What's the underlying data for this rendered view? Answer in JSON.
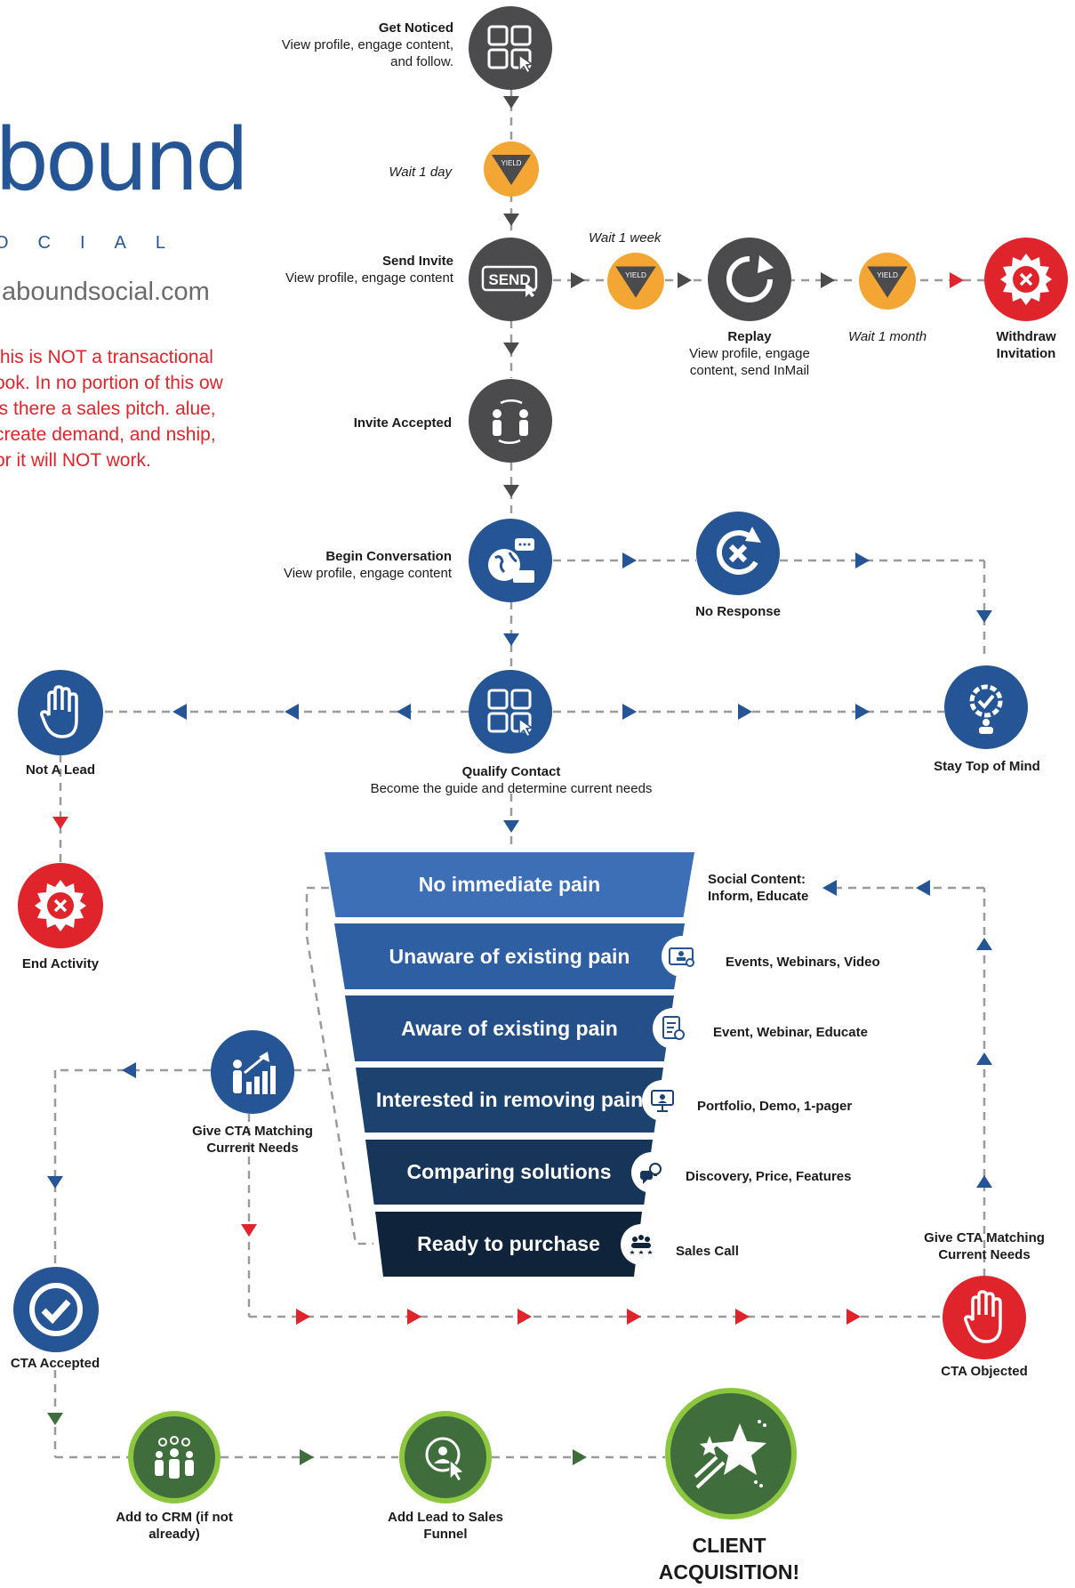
{
  "brand": {
    "logo_text": "bound",
    "sub_text": "OCIAL",
    "url": ".aboundsocial.com",
    "note": "this is NOT a transactional ook. In no portion of this ow is there a sales pitch. alue, create demand, and nship, or it will NOT work."
  },
  "flow": {
    "get_noticed": {
      "title": "Get Noticed",
      "desc": "View profile, engage content, and follow."
    },
    "wait_day": "Wait 1 day",
    "send_invite": {
      "title": "Send Invite",
      "desc": "View profile, engage content"
    },
    "send_icon_text": "SEND",
    "wait_week": "Wait 1 week",
    "replay": {
      "title": "Replay",
      "desc": "View profile, engage content, send InMail"
    },
    "wait_month": "Wait 1 month",
    "withdraw": "Withdraw Invitation",
    "invite_accepted": "Invite Accepted",
    "begin_conversation": {
      "title": "Begin Conversation",
      "desc": "View profile, engage content"
    },
    "no_response": "No Response",
    "stay_top": "Stay Top of Mind",
    "not_a_lead": "Not A Lead",
    "end_activity": "End Activity",
    "qualify": {
      "title": "Qualify Contact",
      "desc": "Become the guide and determine current needs"
    },
    "yield_text": "YIELD"
  },
  "funnel": {
    "stages": [
      {
        "label": "No immediate pain",
        "content": "Social Content: Inform, Educate",
        "color": "#3d6fb6"
      },
      {
        "label": "Unaware of existing pain",
        "content": "Events, Webinars, Video",
        "color": "#2d5fa2"
      },
      {
        "label": "Aware of existing pain",
        "content": "Event, Webinar, Educate",
        "color": "#244f88"
      },
      {
        "label": "Interested in removing pain",
        "content": "Portfolio, Demo, 1-pager",
        "color": "#1c4270"
      },
      {
        "label": "Comparing solutions",
        "content": "Discovery, Price, Features",
        "color": "#173559"
      },
      {
        "label": "Ready to purchase",
        "content": "Sales Call",
        "color": "#0f233b"
      }
    ]
  },
  "cta": {
    "give_left": "Give CTA Matching Current Needs",
    "give_right": "Give CTA Matching Current Needs",
    "accepted": "CTA Accepted",
    "objected": "CTA Objected",
    "add_crm": "Add to CRM (if not already)",
    "add_funnel": "Add Lead to Sales Funnel",
    "final": "CLIENT ACQUISITION!"
  },
  "colors": {
    "blue": "#255594",
    "gray": "#4b4b4d",
    "red": "#e0242c",
    "green": "#3f6e3c",
    "lime": "#8cc63f",
    "yield": "#f3a634"
  }
}
